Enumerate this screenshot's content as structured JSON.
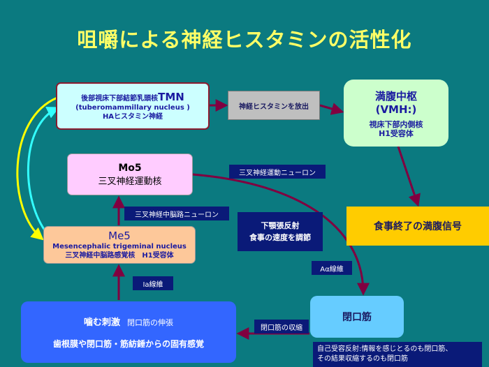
{
  "title": "咀嚼による神経ヒスタミンの活性化",
  "tmn": {
    "line1_prefix": "後部視床下部結節乳頭核",
    "line1_abbr": "TMN",
    "line2": "(tuberomammillary nucleus )",
    "line3": "HAヒスタミン神経"
  },
  "release_label": "神経ヒスタミンを放出",
  "vmh": {
    "line1": "満腹中枢",
    "line2": "(VMH:)",
    "line3": "視床下部内側核",
    "line4": "H1受容体"
  },
  "mo5": {
    "line1": "Mo5",
    "line2": "三叉神経運動核"
  },
  "me5": {
    "line1": "Me5",
    "line2": "Mesencephalic trigeminal nucleus",
    "line3": "三叉神経中脳路感覚核　H1受容体"
  },
  "satiety_signal": "食事終了の満腹信号",
  "stimulus": {
    "line1": "噛む刺激",
    "line1_sub": "閉口筋の伸張",
    "line2": "歯根膜や閉口筋・筋紡錘からの固有感覚"
  },
  "closer_muscle": "閉口筋",
  "labels": {
    "motor_neuron": "三叉神経運動ニューロン",
    "mesencephalic_neuron": "三叉神経中脳路ニューロン",
    "ia_fiber": "Ⅰa線維",
    "a_alpha_fiber": "Aα線維",
    "contraction": "閉口筋の収縮",
    "reflex_line1": "下顎張反射",
    "reflex_line2": "食事の速度を調節",
    "self_receptive_line1": "自己受容反射:情報を感じとるのも閉口筋、",
    "self_receptive_line2": "その結果収縮するのも閉口筋"
  },
  "colors": {
    "background": "#0b7a80",
    "title": "#ffff66",
    "arrow": "#800040",
    "loop_yellow": "#ffff00",
    "loop_cyan": "#33ffff"
  }
}
